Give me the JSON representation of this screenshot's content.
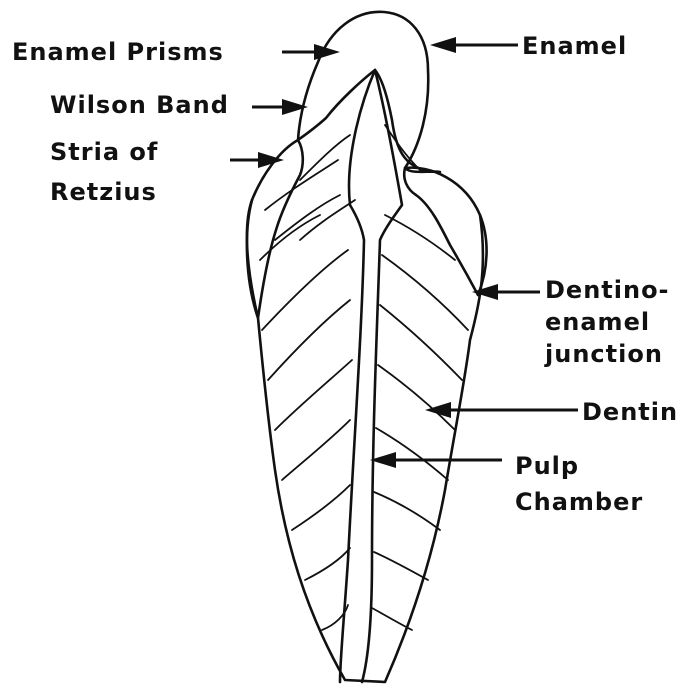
{
  "labels": {
    "enamel_prisms": "Enamel Prisms",
    "enamel": "Enamel",
    "wilson_band": "Wilson Band",
    "stria_line1": "Stria of",
    "stria_line2": "Retzius",
    "dej_line1": "Dentino-",
    "dej_line2": "enamel",
    "dej_line3": "junction",
    "dentin": "Dentin",
    "pulp_line1": "Pulp",
    "pulp_line2": "Chamber"
  },
  "colors": {
    "ink": "#111111",
    "background": "#ffffff"
  }
}
